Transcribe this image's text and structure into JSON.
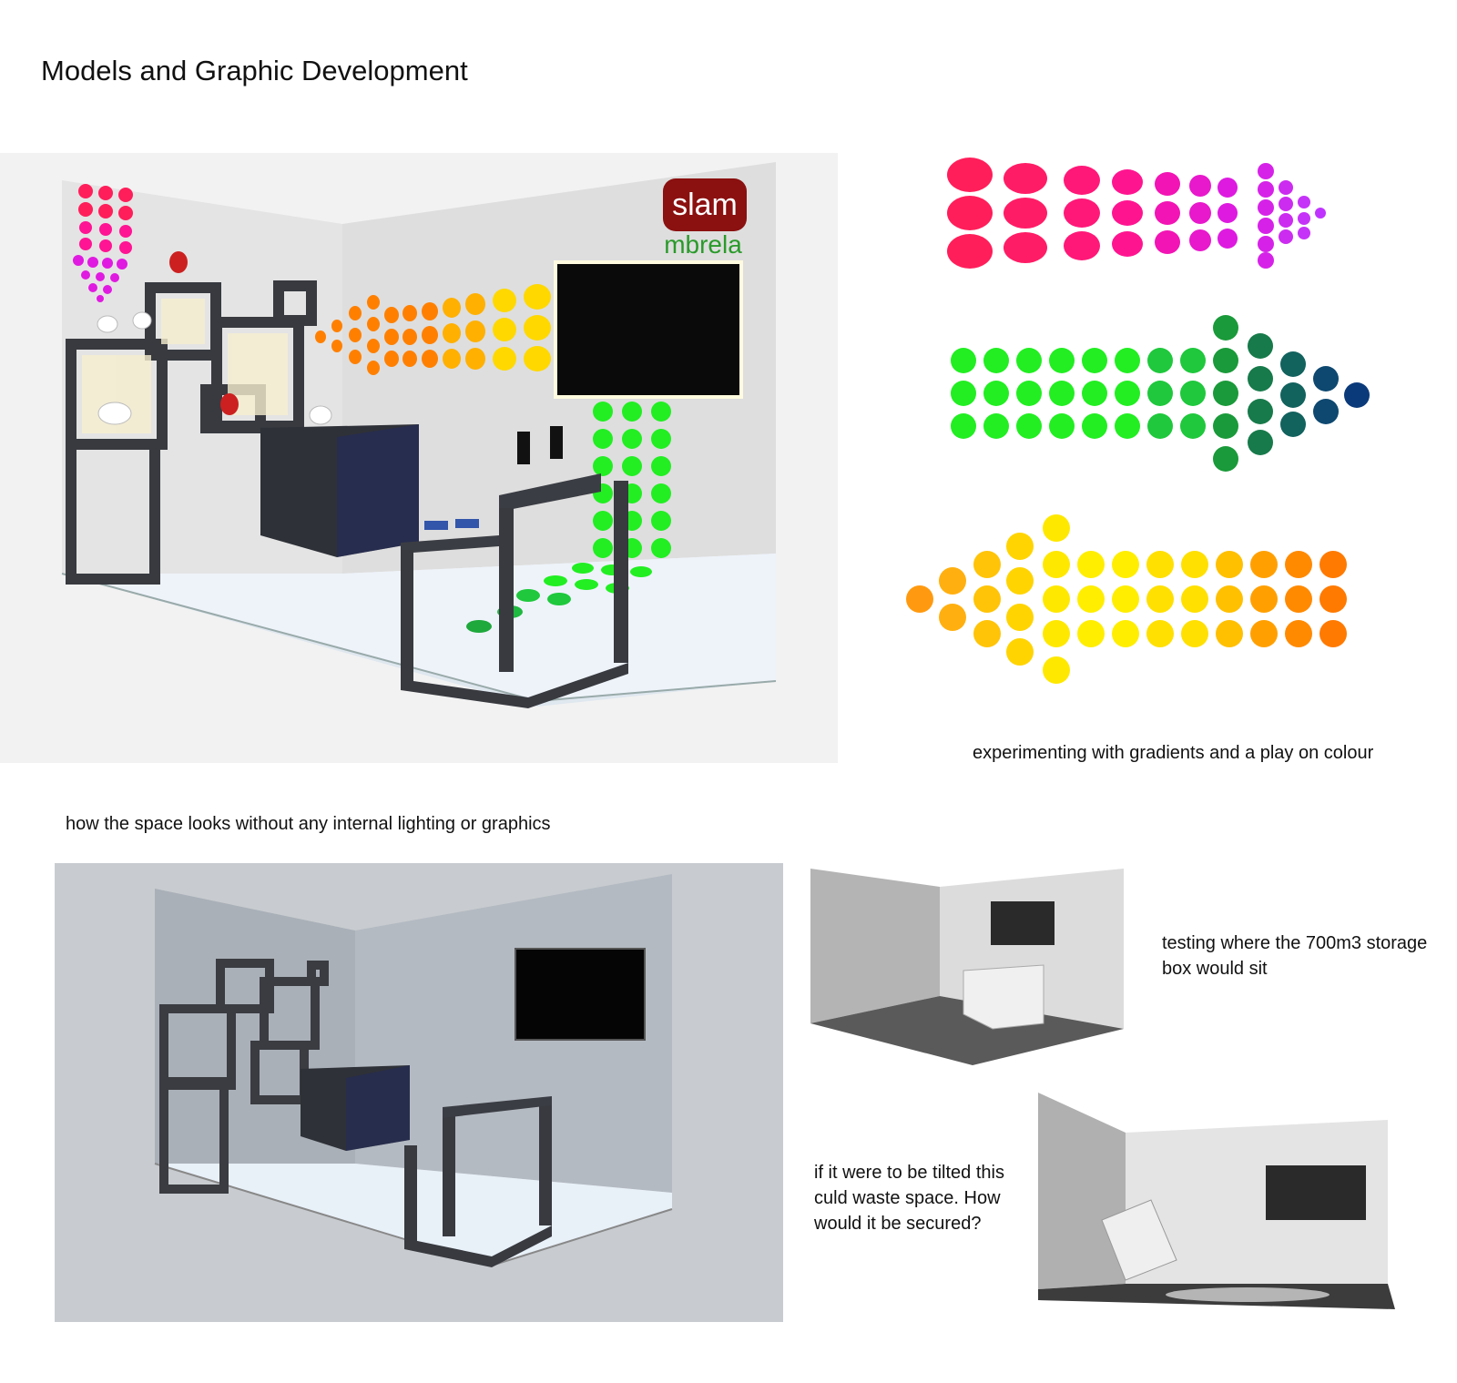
{
  "title": "Models and Graphic Development",
  "captions": {
    "gradients": "experimenting with gradients and a play on colour",
    "no_lighting": "how the space looks without any internal lighting or graphics",
    "storage_box_line1": "testing where the 700m3 storage",
    "storage_box_line2": "box would sit",
    "tilted_line1": "if it were to be tilted this",
    "tilted_line2": "culd waste space. How",
    "tilted_line3": "would it be secured?"
  },
  "booth_graphics": {
    "logo_text": "slam",
    "sublogo_text": "mbrela"
  },
  "colors": {
    "magenta_arrow": [
      "#ff1e5a",
      "#ff1493",
      "#e01ae0",
      "#cc33ff"
    ],
    "green_arrow": [
      "#22ee22",
      "#1fa83c",
      "#0f6e5e",
      "#0b3a7a"
    ],
    "yellow_arrow": [
      "#ff9a10",
      "#ffd000",
      "#ffee00",
      "#ff7a00"
    ],
    "booth_wall": "#e6e6e6",
    "shelf_dark": "#383a40",
    "logo_bg": "#8b1010",
    "logo_green": "#2a9a2a"
  }
}
